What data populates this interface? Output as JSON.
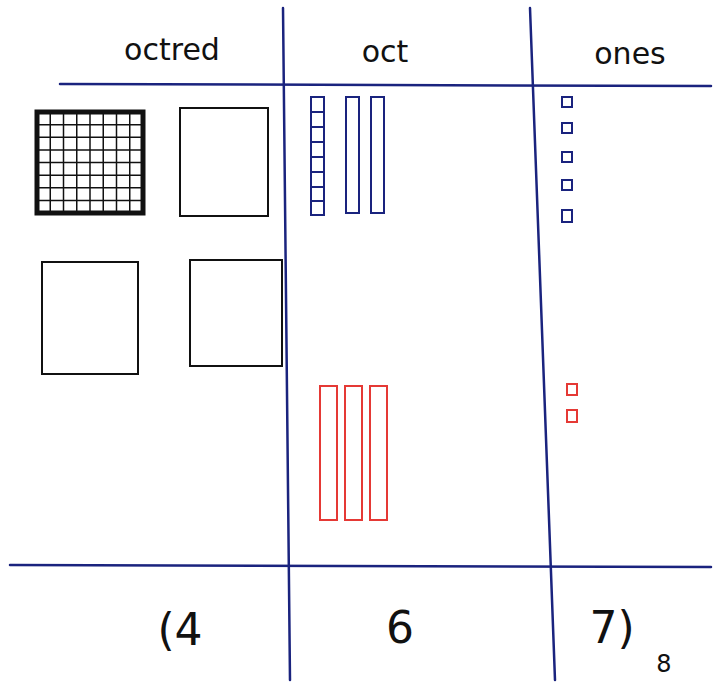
{
  "diagram": {
    "labels": [
      "octred",
      "oct",
      "ones",
      "(4",
      "6",
      "7)",
      "8"
    ]
  }
}
